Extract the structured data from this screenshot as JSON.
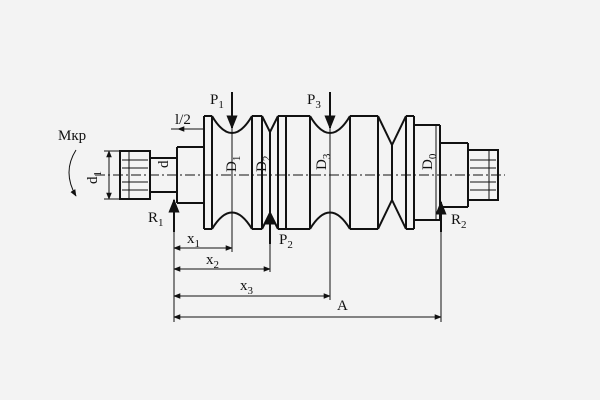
{
  "labels": {
    "mkr": "Мкр",
    "d1": "d",
    "d1_sub": "1",
    "d": "d",
    "l2": "l/2",
    "P1": "P",
    "P1_sub": "1",
    "P2": "P",
    "P2_sub": "2",
    "P3": "P",
    "P3_sub": "3",
    "R1": "R",
    "R1_sub": "1",
    "R2": "R",
    "R2_sub": "2",
    "D1": "D",
    "D1_sub": "1",
    "D2": "D",
    "D2_sub": "2",
    "D3": "D",
    "D3_sub": "3",
    "D0": "D",
    "D0_sub": "0",
    "x1": "x",
    "x1_sub": "1",
    "x2": "x",
    "x2_sub": "2",
    "x3": "x",
    "x3_sub": "3",
    "A": "A"
  },
  "colors": {
    "ink": "#111111",
    "background": "#f3f3f3"
  }
}
